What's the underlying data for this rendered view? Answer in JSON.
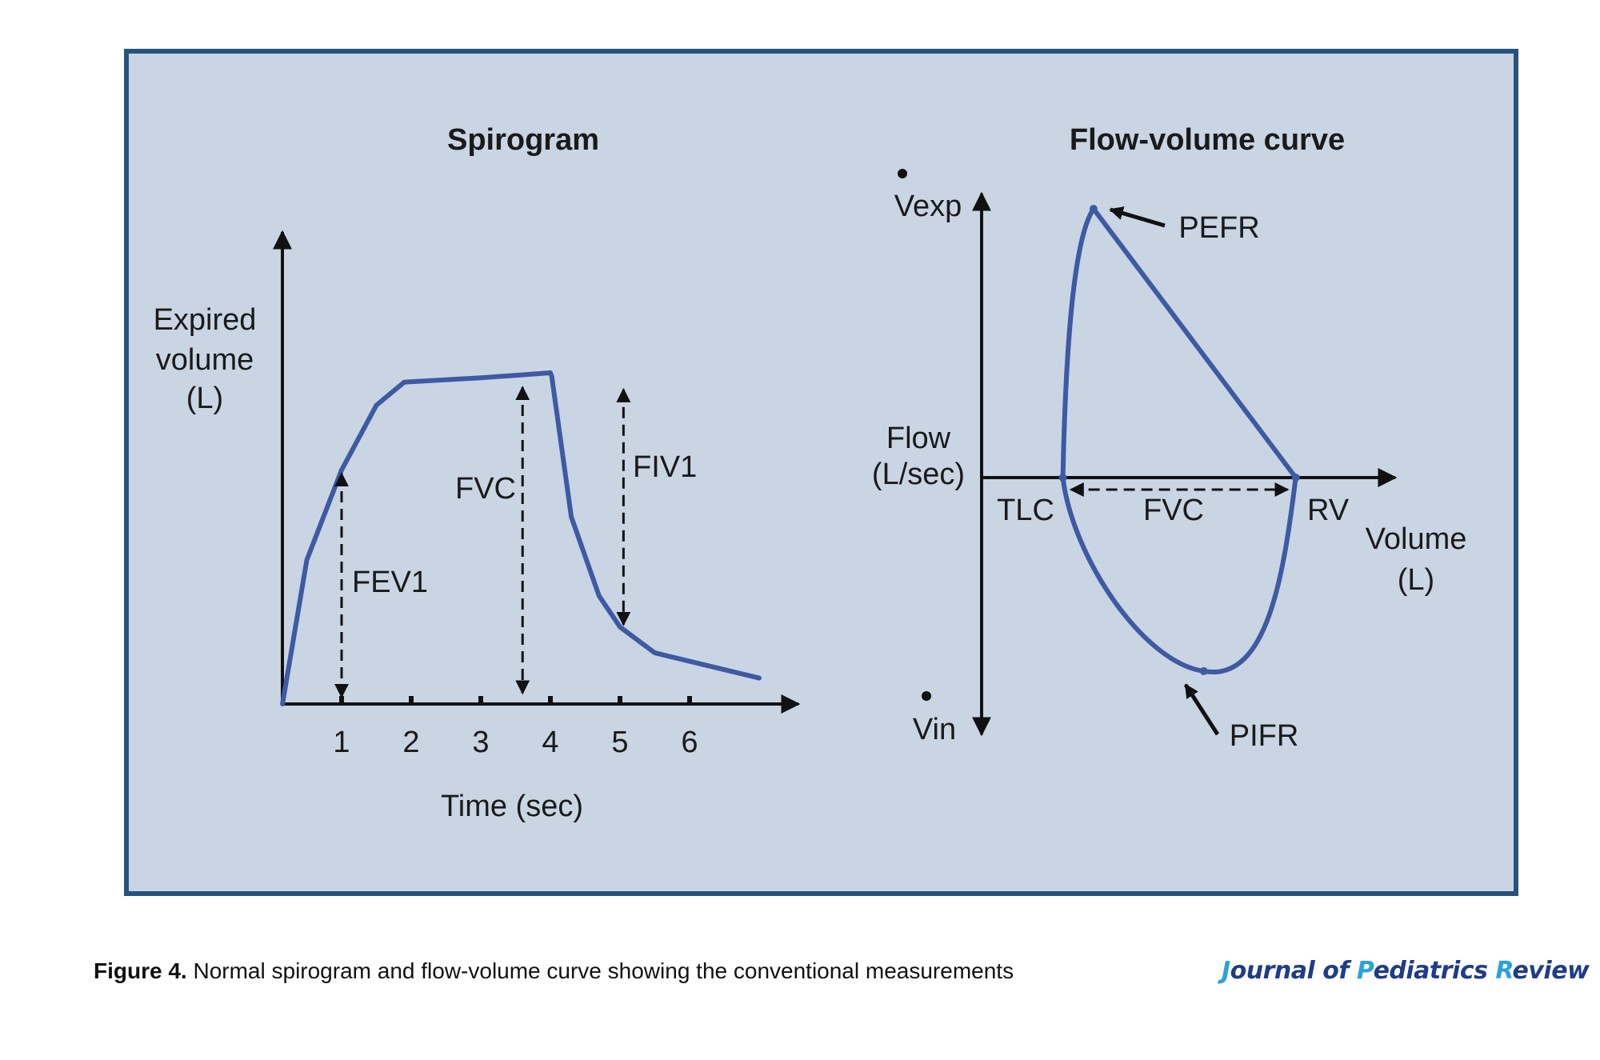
{
  "colors": {
    "panel_bg": "#c9d5e3",
    "panel_border": "#26537e",
    "curve": "#3f5aa3",
    "axis": "#111111",
    "journal_dark": "#1f3c88",
    "journal_light": "#2aa3dc"
  },
  "chart_data": [
    {
      "type": "line",
      "title": "Spirogram",
      "xlabel": "Time (sec)",
      "ylabel_lines": [
        "Expired",
        "volume",
        "(L)"
      ],
      "xticks": [
        "1",
        "2",
        "3",
        "4",
        "5",
        "6"
      ],
      "xtick_values": [
        1,
        2,
        3,
        4,
        5,
        6
      ],
      "xlim": [
        0,
        7.5
      ],
      "ylim": [
        0,
        5
      ],
      "series": [
        {
          "name": "volume",
          "x": [
            0.15,
            0.5,
            1.0,
            1.5,
            1.9,
            3.0,
            4.0,
            4.02,
            4.3,
            4.7,
            5.0,
            5.5,
            7.0
          ],
          "y": [
            0.0,
            2.0,
            3.25,
            4.15,
            4.47,
            4.53,
            4.6,
            4.55,
            2.6,
            1.5,
            1.07,
            0.71,
            0.36
          ]
        }
      ],
      "annotations": [
        {
          "label": "FEV1",
          "x": 1.0,
          "from": 3.2,
          "to": 0.1
        },
        {
          "label": "FVC",
          "x": 3.6,
          "from": 4.4,
          "to": 0.15
        },
        {
          "label": "FIV1",
          "x": 5.05,
          "from": 4.37,
          "to": 1.1
        }
      ]
    },
    {
      "type": "line",
      "title": "Flow-volume curve",
      "ylabel_lines": [
        "Flow",
        "(L/sec)"
      ],
      "xlabel_lines": [
        "Volume",
        "(L)"
      ],
      "y_top_label": "Vexp",
      "y_bottom_label": "Vin",
      "points": {
        "TLC": [
          1.0,
          0
        ],
        "PEFR": [
          1.5,
          10
        ],
        "RV": [
          4.8,
          0
        ],
        "PIFR": [
          3.3,
          -7.2
        ]
      },
      "labels": {
        "TLC": "TLC",
        "RV": "RV",
        "FVC": "FVC",
        "PEFR": "PEFR",
        "PIFR": "PIFR"
      }
    }
  ],
  "caption": {
    "label": "Figure 4.",
    "text": " Normal spirogram and flow-volume curve showing the conventional measurements"
  },
  "journal": {
    "j": "J",
    "ournal": "ournal of ",
    "p": "P",
    "ediatrics": "ediatrics ",
    "r": "R",
    "eview": "eview"
  }
}
